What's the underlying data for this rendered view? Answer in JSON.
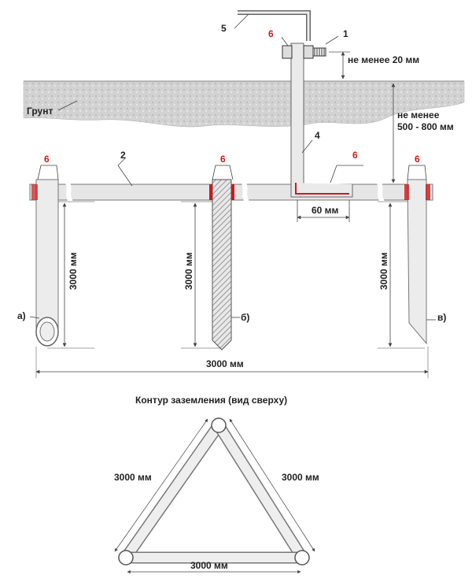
{
  "colors": {
    "accent": "#d01818",
    "line": "#555555",
    "soil": "#cccccc",
    "pipe": "#e6e6e6"
  },
  "labels": {
    "n1": "1",
    "n2": "2",
    "n4": "4",
    "n5": "5",
    "n6": "6",
    "min20": "не менее 20 мм",
    "soil": "Грунт",
    "min500a": "не менее",
    "min500b": "500 - 800 мм",
    "d60": "60 мм",
    "h3000": "3000 мм",
    "w3000": "3000 мм",
    "a": "а)",
    "b": "б)",
    "v": "в)",
    "contour_title": "Контур заземления (вид сверху)",
    "tri_left": "3000 мм",
    "tri_right": "3000 мм",
    "tri_bottom": "3000 мм"
  }
}
